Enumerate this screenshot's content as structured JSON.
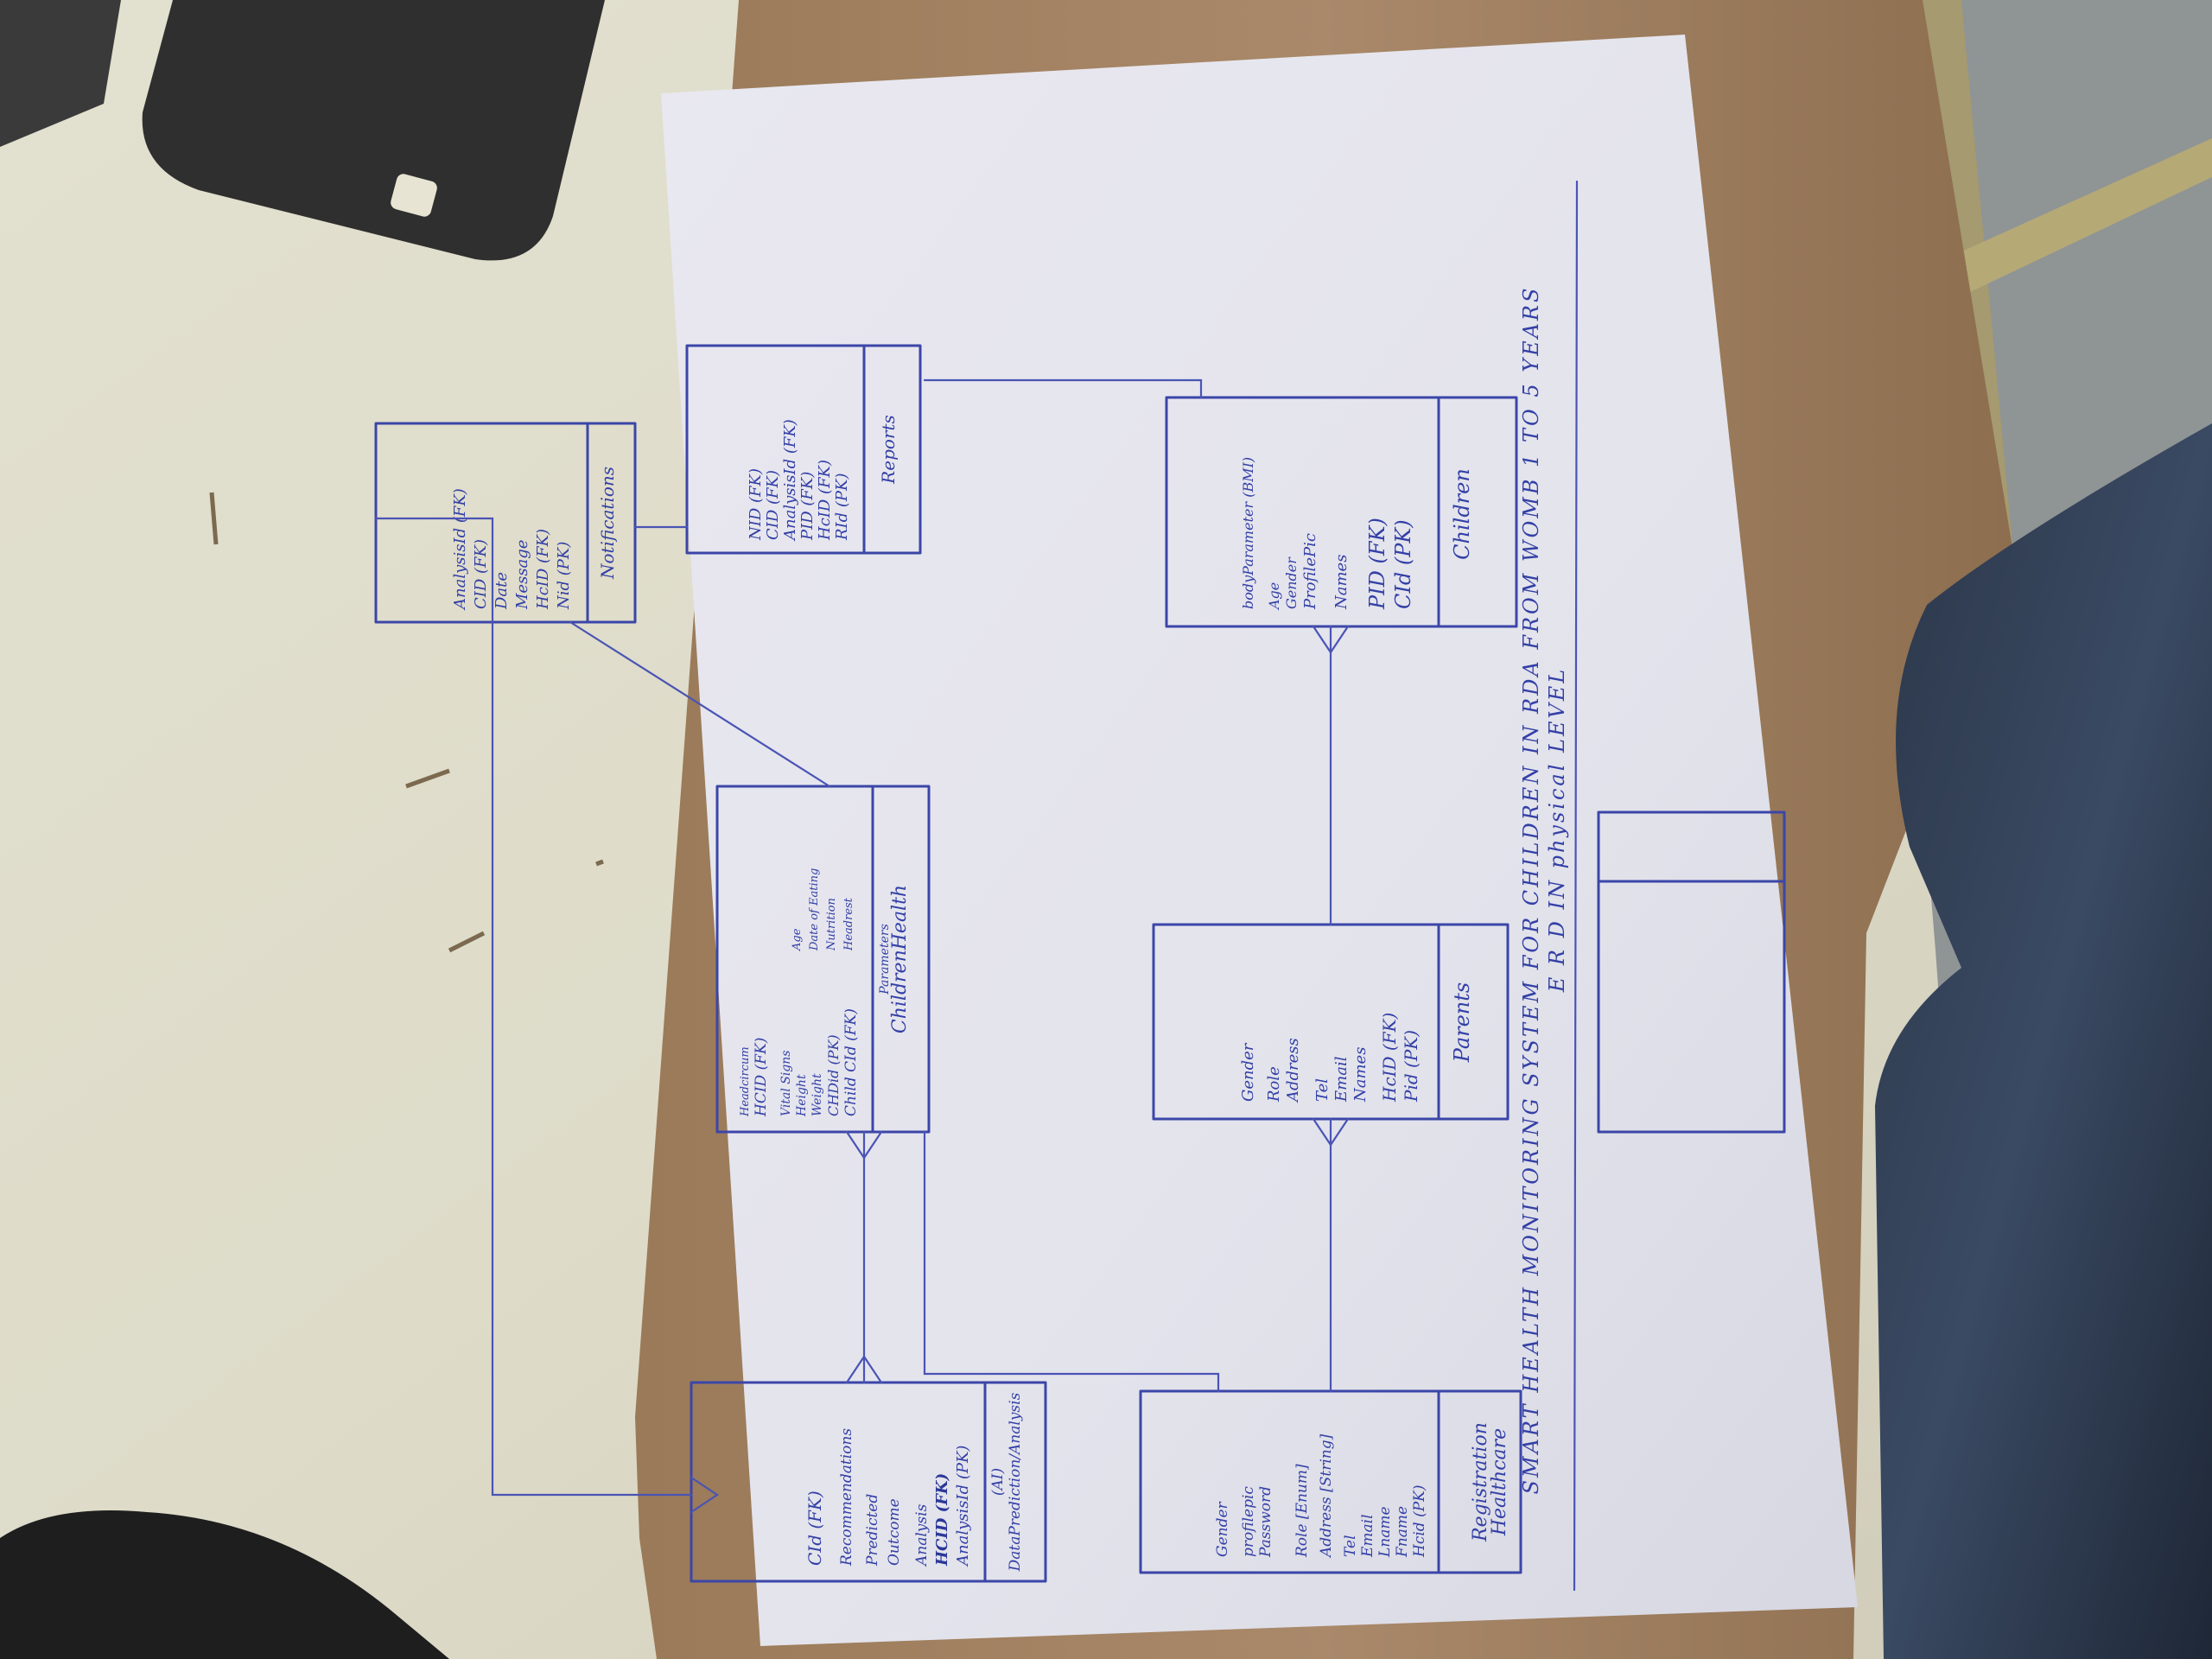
{
  "title": {
    "line1": "SMART HEALTH MONITORING SYSTEM FOR CHILDREN IN RDA FROM WOMB 1 TO 5 YEARS",
    "line2": "E R D IN physical LEVEL"
  },
  "entities": {
    "healthcare": {
      "name_line1": "Healthcare",
      "name_line2": "Registration",
      "attributes": [
        "Hcid (PK)",
        "Fname",
        "Lname",
        "Email",
        "Tel",
        "Address [String]",
        "Role [Enum]",
        "Password",
        "profilepic",
        "Gender"
      ]
    },
    "parents": {
      "name": "Parents",
      "attributes": [
        "Pid (PK)",
        "HcID (FK)",
        "Names",
        "Email",
        "Tel",
        "Address",
        "Role",
        "Gender"
      ]
    },
    "children": {
      "name": "Children",
      "attributes": [
        "CId (PK)",
        "PID (FK)",
        "Names",
        "ProfilePic",
        "Gender",
        "Age",
        "bodyParameter (BMI)"
      ]
    },
    "childrenHealth": {
      "name_line1": "ChildrenHealth",
      "name_line2": "Parameters",
      "attributes": [
        "Child CId (FK)",
        "CHDid (PK)",
        "Weight",
        "Height",
        "Vital Signs",
        "HCID (FK)",
        "Headcircum",
        "Headrest",
        "Nutrition",
        "Date of Eating",
        "Age"
      ]
    },
    "reports": {
      "name": "Reports",
      "attributes": [
        "RId (PK)",
        "HcID (FK)",
        "PID (FK)",
        "AnalysisId (FK)",
        "CID (FK)",
        "NID (FK)"
      ]
    },
    "notifications": {
      "name": "Notifications",
      "attributes": [
        "Nid (PK)",
        "HcID (FK)",
        "Message",
        "Date",
        "CID (FK)",
        "AnalysisId (FK)"
      ]
    },
    "dataAnalysis": {
      "name_line1": "DataPrediction/Analysis",
      "name_line2": "(AI)",
      "attributes": [
        "AnalysisId (PK)",
        "HCID (FK)",
        "Analysis",
        "Outcome",
        "Predicted",
        "Recommendations",
        "CId (FK)"
      ]
    }
  }
}
